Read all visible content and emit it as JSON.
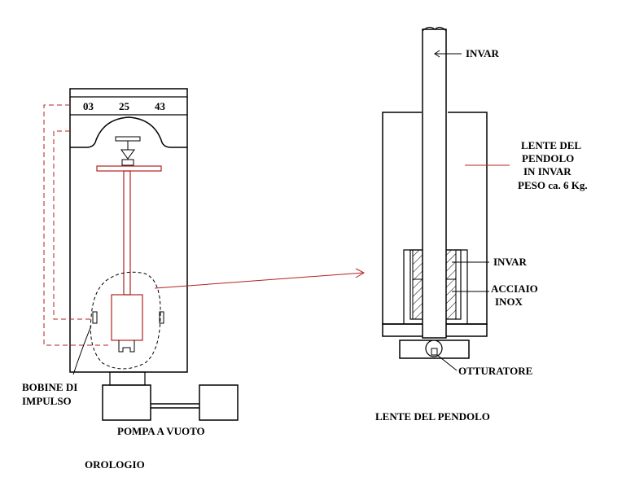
{
  "clock": {
    "dial_digits": [
      "03",
      "25",
      "43"
    ],
    "caption": "OROLOGIO"
  },
  "labels": {
    "impulse_coils": [
      "BOBINE DI",
      "IMPULSO"
    ],
    "vacuum_pump": "POMPA A VUOTO",
    "pendulum_lens_caption": "LENTE DEL PENDOLO",
    "invar_top": "INVAR",
    "lens_note": [
      "LENTE DEL",
      "PENDOLO",
      "IN INVAR",
      "PESO ca. 6 Kg."
    ],
    "invar_insert": "INVAR",
    "steel": [
      "ACCIAIO",
      "INOX"
    ],
    "shutter": "OTTURATORE"
  },
  "colors": {
    "outline": "#000000",
    "pendulum": "#b22222",
    "leader": "#b22222",
    "hatch": "#000000"
  }
}
